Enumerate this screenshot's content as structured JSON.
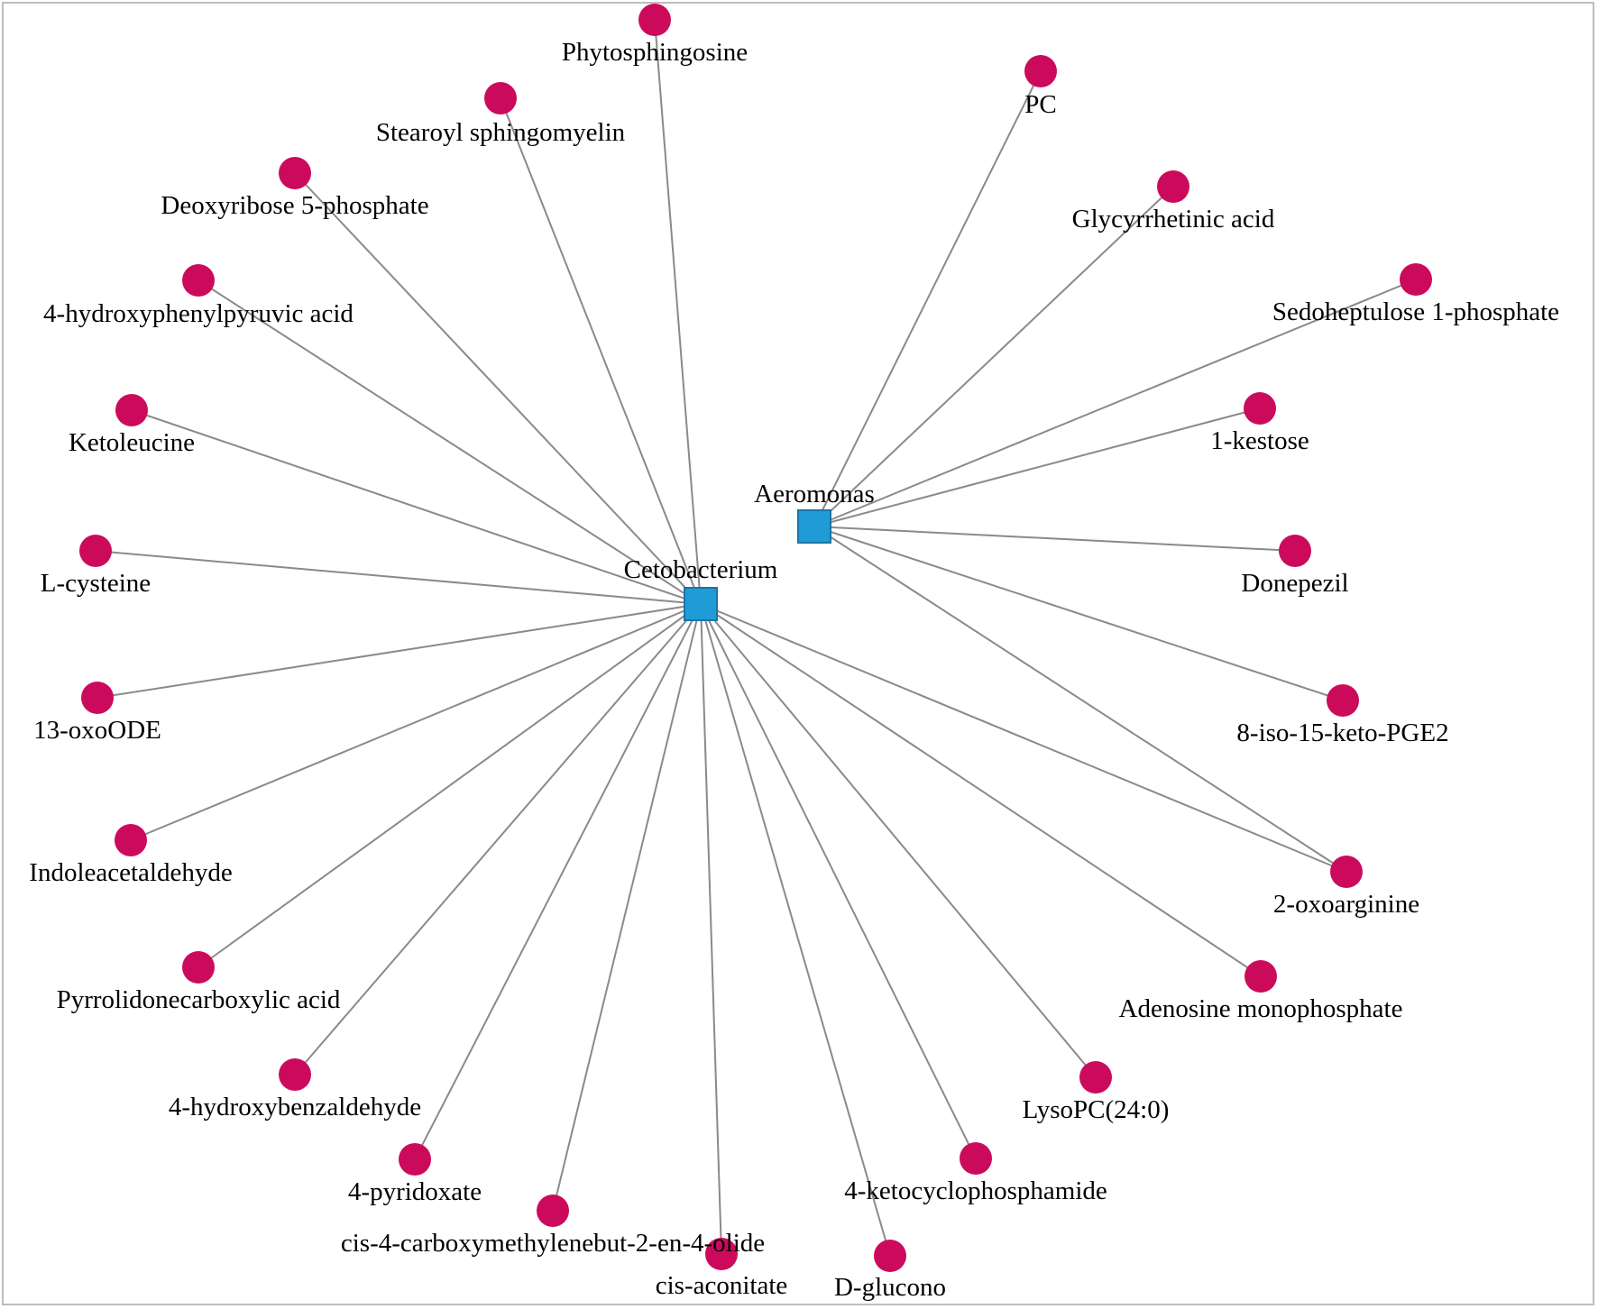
{
  "colors": {
    "hub": "#1f9bd6",
    "hub_stroke": "#1a74a6",
    "metabolite": "#cc0a5c",
    "edge": "#8a8a8a",
    "text": "#000000",
    "frame": "#bdbdbd"
  },
  "hubs": [
    {
      "id": "aeromonas",
      "label": "Aeromonas"
    },
    {
      "id": "cetobacterium",
      "label": "Cetobacterium"
    }
  ],
  "metabolites": [
    {
      "id": "phytosphingosine",
      "label": "Phytosphingosine"
    },
    {
      "id": "stearoyl-sphingomyelin",
      "label": "Stearoyl sphingomyelin"
    },
    {
      "id": "deoxyribose-5-phosphate",
      "label": "Deoxyribose 5-phosphate"
    },
    {
      "id": "4-hydroxyphenylpyruvic-acid",
      "label": "4-hydroxyphenylpyruvic acid"
    },
    {
      "id": "ketoleucine",
      "label": "Ketoleucine"
    },
    {
      "id": "l-cysteine",
      "label": "L-cysteine"
    },
    {
      "id": "13-oxoode",
      "label": "13-oxoODE"
    },
    {
      "id": "indoleacetaldehyde",
      "label": "Indoleacetaldehyde"
    },
    {
      "id": "pyrrolidonecarboxylic-acid",
      "label": "Pyrrolidonecarboxylic acid"
    },
    {
      "id": "4-hydroxybenzaldehyde",
      "label": "4-hydroxybenzaldehyde"
    },
    {
      "id": "4-pyridoxate",
      "label": "4-pyridoxate"
    },
    {
      "id": "cis-4-carboxymethylenebut-2-en-4-olide",
      "label": "cis-4-carboxymethylenebut-2-en-4-olide"
    },
    {
      "id": "cis-aconitate",
      "label": "cis-aconitate"
    },
    {
      "id": "d-glucono",
      "label": "D-glucono"
    },
    {
      "id": "4-ketocyclophosphamide",
      "label": "4-ketocyclophosphamide"
    },
    {
      "id": "lysopc-24-0",
      "label": "LysoPC(24:0)"
    },
    {
      "id": "adenosine-monophosphate",
      "label": "Adenosine monophosphate"
    },
    {
      "id": "2-oxoarginine",
      "label": "2-oxoarginine"
    },
    {
      "id": "8-iso-15-keto-pge2",
      "label": "8-iso-15-keto-PGE2"
    },
    {
      "id": "donepezil",
      "label": "Donepezil"
    },
    {
      "id": "1-kestose",
      "label": "1-kestose"
    },
    {
      "id": "sedoheptulose-1-phosphate",
      "label": "Sedoheptulose 1-phosphate"
    },
    {
      "id": "glycyrrhetinic-acid",
      "label": "Glycyrrhetinic acid"
    },
    {
      "id": "pc",
      "label": "PC"
    }
  ],
  "edges": [
    [
      "cetobacterium",
      "phytosphingosine"
    ],
    [
      "cetobacterium",
      "stearoyl-sphingomyelin"
    ],
    [
      "cetobacterium",
      "deoxyribose-5-phosphate"
    ],
    [
      "cetobacterium",
      "4-hydroxyphenylpyruvic-acid"
    ],
    [
      "cetobacterium",
      "ketoleucine"
    ],
    [
      "cetobacterium",
      "l-cysteine"
    ],
    [
      "cetobacterium",
      "13-oxoode"
    ],
    [
      "cetobacterium",
      "indoleacetaldehyde"
    ],
    [
      "cetobacterium",
      "pyrrolidonecarboxylic-acid"
    ],
    [
      "cetobacterium",
      "4-hydroxybenzaldehyde"
    ],
    [
      "cetobacterium",
      "4-pyridoxate"
    ],
    [
      "cetobacterium",
      "cis-4-carboxymethylenebut-2-en-4-olide"
    ],
    [
      "cetobacterium",
      "cis-aconitate"
    ],
    [
      "cetobacterium",
      "d-glucono"
    ],
    [
      "cetobacterium",
      "4-ketocyclophosphamide"
    ],
    [
      "cetobacterium",
      "lysopc-24-0"
    ],
    [
      "cetobacterium",
      "adenosine-monophosphate"
    ],
    [
      "cetobacterium",
      "2-oxoarginine"
    ],
    [
      "aeromonas",
      "pc"
    ],
    [
      "aeromonas",
      "glycyrrhetinic-acid"
    ],
    [
      "aeromonas",
      "sedoheptulose-1-phosphate"
    ],
    [
      "aeromonas",
      "1-kestose"
    ],
    [
      "aeromonas",
      "donepezil"
    ],
    [
      "aeromonas",
      "8-iso-15-keto-pge2"
    ],
    [
      "aeromonas",
      "2-oxoarginine"
    ]
  ]
}
